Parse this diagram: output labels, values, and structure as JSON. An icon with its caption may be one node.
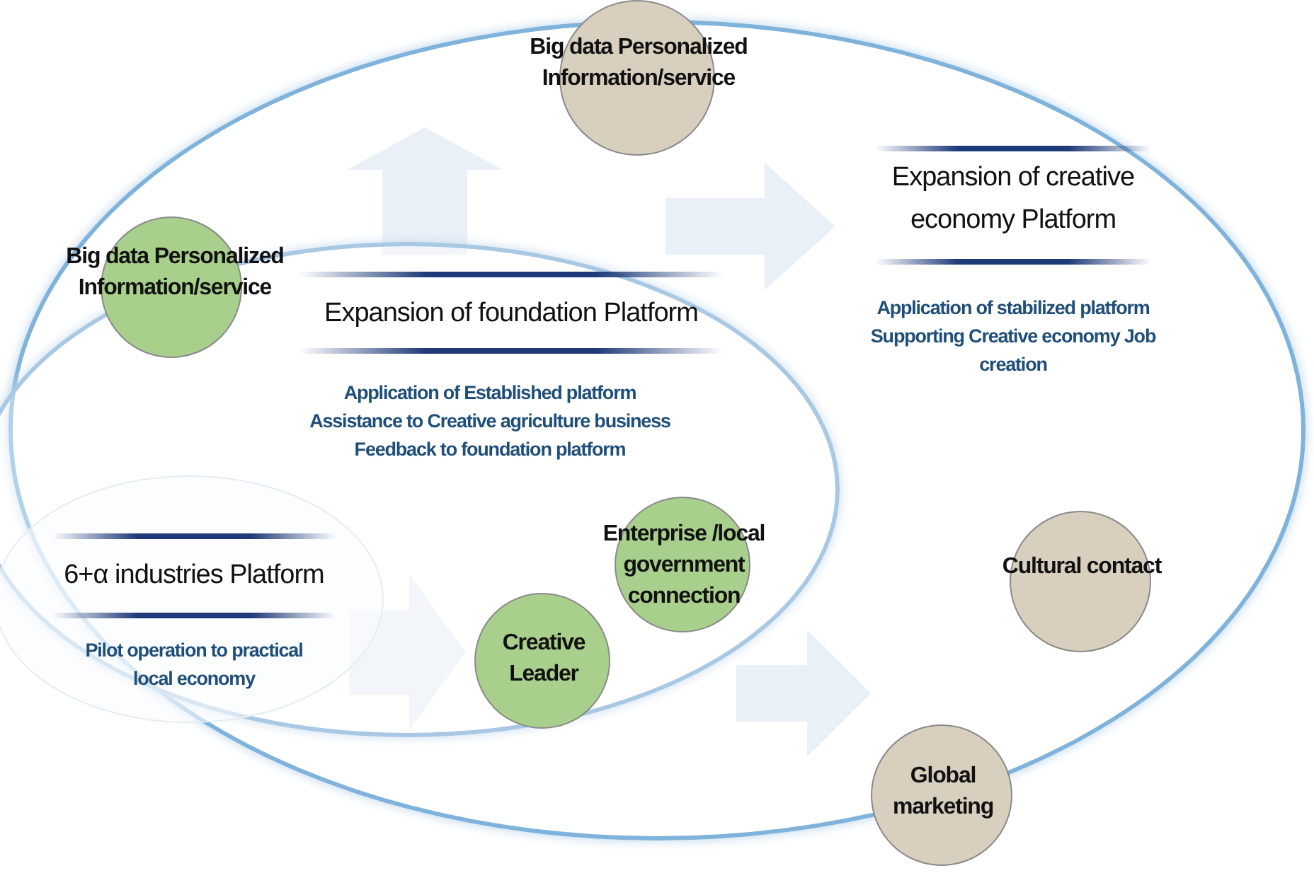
{
  "diagram": {
    "nodes": [
      {
        "text": [
          "Big data Personalized Information/service"
        ]
      },
      {
        "text": [
          "Expansion of creative economy Platform",
          "Application of stabilized platform Supporting Creative economy Job creation"
        ]
      },
      {
        "text": [
          "Expansion of foundation Platform",
          "Application of Established platform Assistance to Creative agriculture business Feedback to foundation platform"
        ],
        "in": 1
      },
      {
        "text": [
          "Big data Personalized Information/service"
        ],
        "in": 1
      },
      {
        "text": [
          "6+α industries Platform",
          "Pilot operation to practical local economy"
        ],
        "in": 2
      },
      {
        "text": [
          "Enterprise /local government connection"
        ],
        "in": 2
      },
      {
        "text": [
          "Creative Leader"
        ],
        "in": 2
      },
      {
        "text": [
          "Cultural contact"
        ],
        "in": 1
      },
      {
        "text": [
          "Global marketing"
        ]
      }
    ],
    "edges": [
      {
        "from": 4,
        "to": 6,
        "arrow": "to"
      }
    ]
  }
}
